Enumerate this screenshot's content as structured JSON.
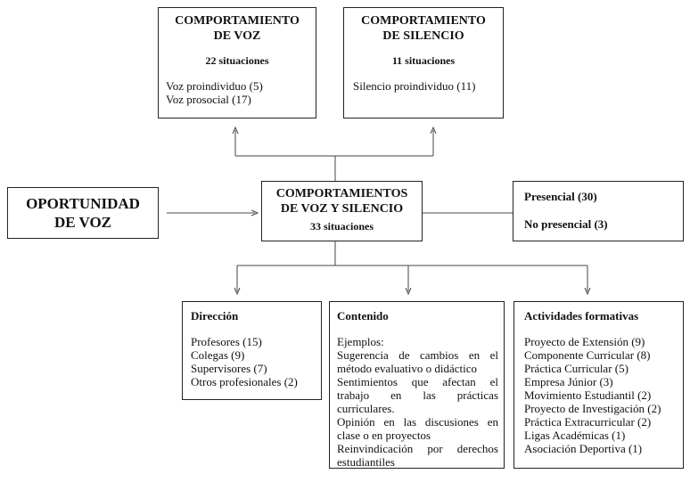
{
  "voz": {
    "title": [
      "COMPORTAMIENTO",
      "DE VOZ"
    ],
    "count": "22 situaciones",
    "items": [
      "Voz proindividuo (5)",
      "Voz prosocial (17)"
    ]
  },
  "silencio": {
    "title": [
      "COMPORTAMIENTO",
      "DE SILENCIO"
    ],
    "count": "11 situaciones",
    "items": [
      "Silencio proindividuo (11)"
    ]
  },
  "oportunidad": {
    "title": [
      "OPORTUNIDAD",
      "DE VOZ"
    ]
  },
  "central": {
    "title": [
      "COMPORTAMIENTOS",
      "DE VOZ Y SILENCIO"
    ],
    "count": "33 situaciones"
  },
  "modalidad": {
    "items": [
      "Presencial (30)",
      "No presencial (3)"
    ]
  },
  "direccion": {
    "title": "Dirección",
    "items": [
      "Profesores (15)",
      "Colegas (9)",
      "Supervisores (7)",
      "Otros profesionales (2)"
    ]
  },
  "contenido": {
    "title": "Contenido",
    "intro": "Ejemplos:",
    "items": [
      "Sugerencia de cambios en el método evaluativo o didáctico",
      "Sentimientos que afectan el trabajo en las prácticas curriculares.",
      "Opinión en las discusiones en clase o en proyectos",
      "Reinvindicación por derechos estudiantiles"
    ]
  },
  "actividades": {
    "title": "Actividades formativas",
    "items": [
      "Proyecto de Extensión (9)",
      "Componente Curricular (8)",
      "Práctica Curricular (5)",
      "Empresa Júnior (3)",
      "Movimiento Estudiantil (2)",
      "Proyecto de Investigación (2)",
      "Práctica Extracurricular (2)",
      "Ligas Académicas (1)",
      "Asociación Deportiva (1)"
    ]
  }
}
